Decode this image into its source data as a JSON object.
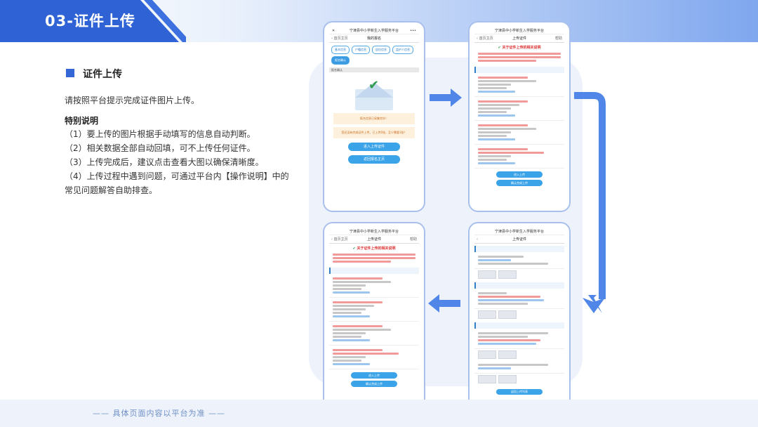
{
  "header": {
    "title": "03-证件上传"
  },
  "section": {
    "title": "证件上传",
    "intro": "请按照平台提示完成证件图片上传。",
    "special_title": "特别说明",
    "notes": [
      "（1）要上传的图片根据手动填写的信息自动判断。",
      "（2）相关数据全部自动回填，可不上传任何证件。",
      "（3）上传完成后，建议点击查看大图以确保清晰度。",
      "（4）上传过程中遇到问题，可通过平台内【操作说明】中的常见问题解答自助排查。"
    ]
  },
  "footer": {
    "text": "—— 具体页面内容以平台为准 ——"
  },
  "screens": {
    "s1": {
      "top_title": "宁津县中小学新生入学服务平台",
      "nav_title": "我的报名",
      "nav_back": "首页主页",
      "chips": [
        "基本信息",
        "户籍信息",
        "居住信息",
        "监护人信息",
        "报名确认"
      ],
      "gray_label": "报名确认",
      "notice1": "报名信息已采集完毕！",
      "notice2": "您还没有完成证件上传，已上传0张，至少需要1张！",
      "btn1": "进入上传证件",
      "btn2": "返回报名主页"
    },
    "s2": {
      "top_title": "宁津县中小学新生入学服务平台",
      "nav_title": "上传证件",
      "nav_back": "首页主页",
      "nav_right": "帮助",
      "banner": "关于证件上传的相关说明",
      "btn1": "进入上传",
      "btn2": "确认完成上传"
    },
    "s3": {
      "top_title": "宁津县中小学新生入学服务平台",
      "nav_title": "上传证件",
      "nav_back": "首页主页",
      "nav_right": "帮助",
      "banner": "关于证件上传的相关说明",
      "btn1": "进入上传",
      "btn2": "确认完成上传"
    },
    "s4": {
      "top_title": "宁津县中小学新生入学服务平台",
      "nav_title": "上传证件",
      "btn": "返回上传列表"
    }
  },
  "colors": {
    "primary": "#2f62d5",
    "accent": "#3ba3e8",
    "arrow": "#4f86e8"
  }
}
